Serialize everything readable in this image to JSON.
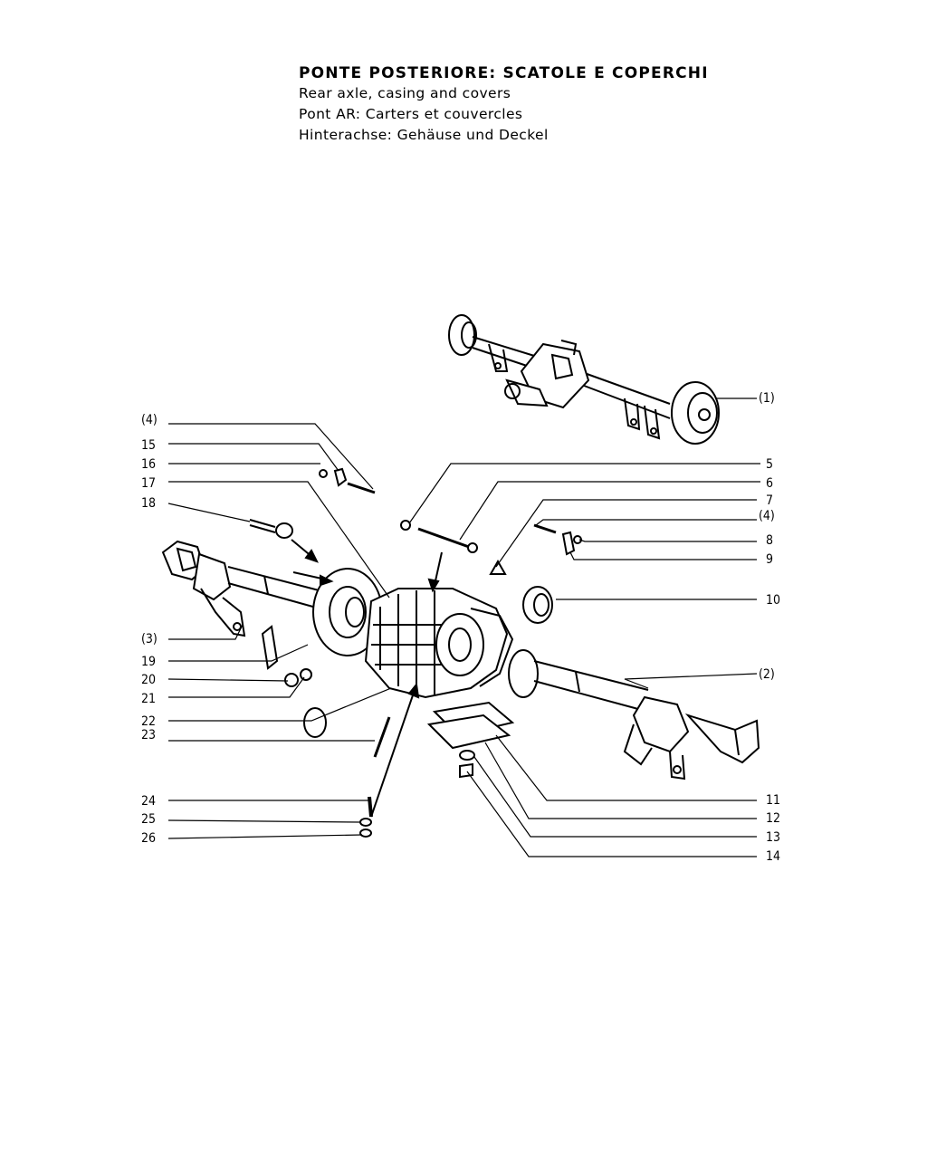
{
  "title": {
    "it": "PONTE POSTERIORE: SCATOLE E COPERCHI",
    "en": "Rear axle, casing and covers",
    "fr": "Pont AR: Carters et couvercles",
    "de": "Hinterachse: Gehäuse und Deckel"
  },
  "callouts": {
    "left": [
      "(4)",
      "15",
      "16",
      "17",
      "18",
      "(3)",
      "19",
      "20",
      "21",
      "22",
      "23",
      "24",
      "25",
      "26"
    ],
    "right": [
      "(1)",
      "5",
      "6",
      "7",
      "(4)",
      "8",
      "9",
      "10",
      "(2)",
      "11",
      "12",
      "13",
      "14"
    ]
  },
  "colors": {
    "ink": "#000000",
    "paper": "#ffffff"
  }
}
